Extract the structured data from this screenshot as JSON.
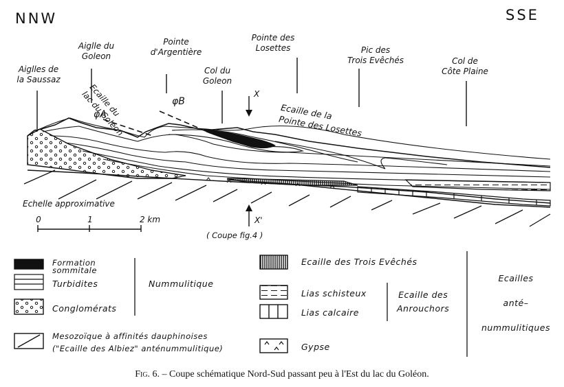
{
  "figure": {
    "nnw": "NNW",
    "sse": "SSE",
    "peaks": {
      "aiglles_saussaz": "Aiglles de\nla Saussaz",
      "aiglle_goleon": "Aiglle du\nGoleon",
      "pointe_argentiere": "Pointe\nd'Argentière",
      "col_goleon": "Col du\nGoleon",
      "pointe_losettes": "Pointe des\nLosettes",
      "pic_eveches": "Pic des\nTrois Evêchés",
      "col_cote_plaine": "Col de\nCôte Plaine"
    },
    "ecaille_lac": "Ecaille du\nlac du Goléon",
    "ecaille_losettes": "Ecaille de la\nPointe des Losettes",
    "phi_a": "φA",
    "phi_b": "φB",
    "x_top": "X",
    "x_bottom": "X'",
    "scale_title": "Echelle approximative",
    "scale_ticks": [
      "0",
      "1",
      "2 km"
    ],
    "coupe_ref": "( Coupe fig.4 )"
  },
  "legend": {
    "formation_sommitale": "Formation\nsommitale",
    "turbidites": "Turbidites",
    "conglomerats": "Conglomérats",
    "nummulitique": "Nummulitique",
    "mesozoique": "Mesozoïque à affinités dauphinoises\n(\"Ecaille des Albiez\" anténummulitique)",
    "ecaille_trois_eveches": "Ecaille des Trois Evêchés",
    "lias_schisteux": "Lias schisteux",
    "lias_calcaire": "Lias calcaire",
    "ecaille_anrouchors": "Ecaille des\nAnrouchors",
    "gypse": "Gypse",
    "ecailles_ante": "Ecailles\nanté–\nnummulitiques"
  },
  "caption": {
    "fig": "Fig. 6.",
    "text": " – Coupe schématique Nord-Sud passant peu à l'Est du lac du Goléon."
  }
}
